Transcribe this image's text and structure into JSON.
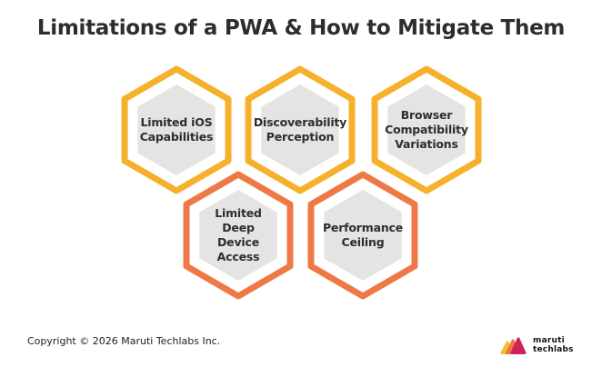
{
  "title": "Limitations of a PWA & How to Mitigate Them",
  "hexagons": [
    {
      "label": "Limited iOS\nCapabilities",
      "border_color": "#F5B12C"
    },
    {
      "label": "Discoverability\nPerception",
      "border_color": "#F5B12C"
    },
    {
      "label": "Browser\nCompatibility\nVariations",
      "border_color": "#F5B12C"
    },
    {
      "label": "Limited\nDeep\nDevice\nAccess",
      "border_color": "#EE7946"
    },
    {
      "label": "Performance\nCeiling",
      "border_color": "#EE7946"
    }
  ],
  "colors": {
    "hex_inner_fill": "#E5E4E2",
    "yellow_accent": "#F5B12C",
    "orange_accent": "#EE7946"
  },
  "footer": {
    "copyright": "Copyright © 2026 Maruti Techlabs Inc."
  },
  "logo": {
    "line1": "maruti",
    "line2": "techlabs",
    "triangle_yellow": "#F6BE2C",
    "triangle_orange": "#F0763F",
    "triangle_pink": "#CC2458"
  }
}
